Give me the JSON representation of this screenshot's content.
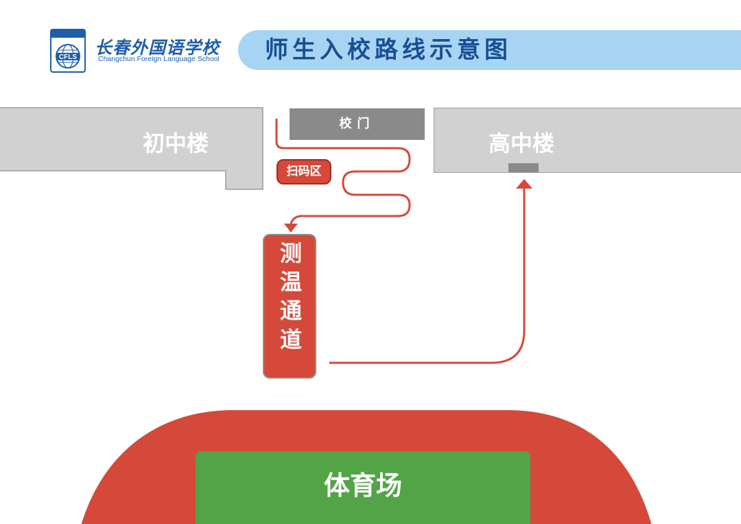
{
  "header": {
    "logo_text": "CFLS",
    "school_name_cn": "长春外国语学校",
    "school_name_en": "Changchun Foreign Language School",
    "title": "师生入校路线示意图"
  },
  "map": {
    "junior_building": "初中楼",
    "senior_building": "高中楼",
    "gate": "校门",
    "scan_area": "扫码区",
    "temp_channel": "测温通道",
    "stadium": "体育场"
  },
  "colors": {
    "route": "#d5493a",
    "building": "#d1d1d1",
    "gate": "#8a8a8a",
    "banner": "#a6d4f2",
    "title": "#1a4e93",
    "track": "#d5493a",
    "field": "#52a447"
  }
}
